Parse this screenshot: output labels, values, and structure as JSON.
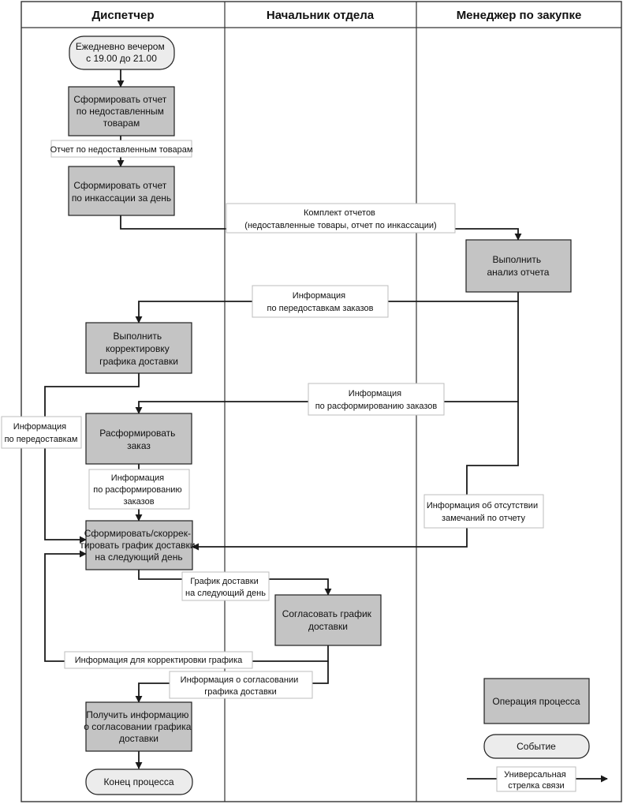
{
  "lanes": [
    "Диспетчер",
    "Начальник отдела",
    "Менеджер по закупке"
  ],
  "events": {
    "start": [
      "Ежедневно вечером",
      "с 19.00 до 21.00"
    ],
    "end": [
      "Конец процесса"
    ]
  },
  "processes": {
    "report_undelivered": [
      "Сформировать отчет",
      "по недоставленным",
      "товарам"
    ],
    "report_collection": [
      "Сформировать отчет",
      "по инкассации за день"
    ],
    "analyze_report": [
      "Выполнить",
      "анализ отчета"
    ],
    "correct_schedule": [
      "Выполнить",
      "корректировку",
      "графика доставки"
    ],
    "disband_order": [
      "Расформировать",
      "заказ"
    ],
    "form_schedule": [
      "Сформировать/скоррек-",
      "тировать график доставки",
      "на следующий день"
    ],
    "approve_schedule": [
      "Согласовать график",
      "доставки"
    ],
    "get_approval": [
      "Получить информацию",
      "о согласовании графика",
      "доставки"
    ]
  },
  "flow_labels": {
    "undelivered_report": [
      "Отчет по недоставленным товарам"
    ],
    "report_set": [
      "Комплект отчетов",
      "(недоставленные товары, отчет по инкассации)"
    ],
    "redelivery_info_top": [
      "Информация",
      "по передоставкам заказов"
    ],
    "disband_info_top": [
      "Информация",
      "по расформированию заказов"
    ],
    "redelivery_info_left": [
      "Информация",
      "по передоставкам"
    ],
    "disband_info_mid": [
      "Информация",
      "по  расформированию",
      "заказов"
    ],
    "no_remarks_info": [
      "Информация об отсутствии",
      "замечаний по отчету"
    ],
    "schedule_next_day": [
      "График доставки",
      "на следующий день"
    ],
    "correction_info": [
      "Информация для корректировки графика"
    ],
    "approval_info": [
      "Информация о согласовании",
      "графика доставки"
    ]
  },
  "legend": {
    "process": [
      "Операция процесса"
    ],
    "event": [
      "Событие"
    ],
    "arrow": [
      "Универсальная",
      "стрелка связи"
    ]
  }
}
